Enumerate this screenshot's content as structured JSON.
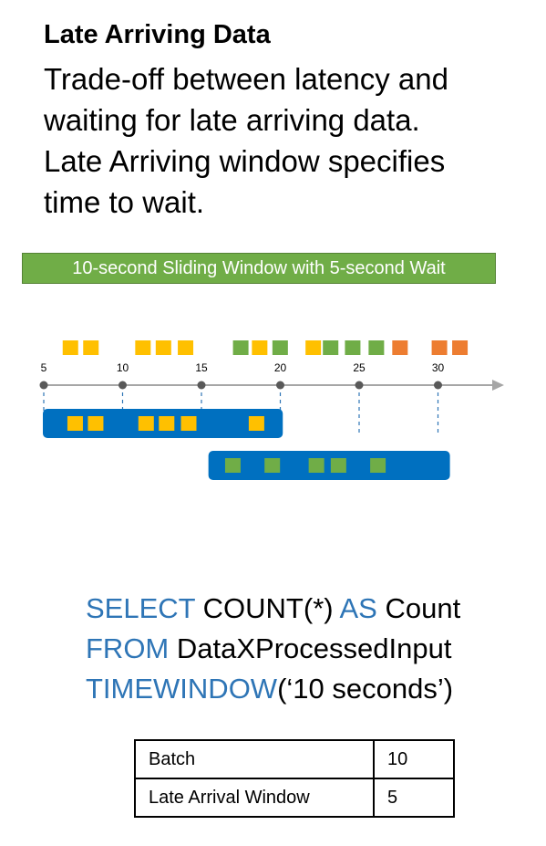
{
  "title": "Late Arriving Data",
  "description": [
    "Trade-off between latency and",
    "waiting for late arriving data.",
    "Late Arriving window specifies",
    "time to wait."
  ],
  "banner": "10-second Sliding Window with 5-second Wait",
  "timeline": {
    "ticks": [
      5,
      10,
      15,
      20,
      25,
      30
    ],
    "colors": {
      "yellow": "#ffc000",
      "green": "#70ad47",
      "orange": "#ed7d31",
      "blue": "#0070c0"
    },
    "events": [
      {
        "t": 6.2,
        "color": "yellow"
      },
      {
        "t": 7.5,
        "color": "yellow"
      },
      {
        "t": 10.8,
        "color": "yellow"
      },
      {
        "t": 12.1,
        "color": "yellow"
      },
      {
        "t": 13.5,
        "color": "yellow"
      },
      {
        "t": 17.0,
        "color": "green"
      },
      {
        "t": 18.2,
        "color": "yellow"
      },
      {
        "t": 19.5,
        "color": "green"
      },
      {
        "t": 21.6,
        "color": "yellow"
      },
      {
        "t": 22.7,
        "color": "green"
      },
      {
        "t": 24.1,
        "color": "green"
      },
      {
        "t": 25.6,
        "color": "green"
      },
      {
        "t": 27.1,
        "color": "orange"
      },
      {
        "t": 29.6,
        "color": "orange"
      },
      {
        "t": 30.9,
        "color": "orange"
      }
    ],
    "windows": [
      {
        "items": [
          {
            "t": 6.5,
            "color": "yellow"
          },
          {
            "t": 7.8,
            "color": "yellow"
          },
          {
            "t": 11.0,
            "color": "yellow"
          },
          {
            "t": 12.3,
            "color": "yellow"
          },
          {
            "t": 13.7,
            "color": "yellow"
          },
          {
            "t": 18.0,
            "color": "yellow"
          }
        ]
      },
      {
        "items": [
          {
            "t": 16.5,
            "color": "green"
          },
          {
            "t": 19.0,
            "color": "green"
          },
          {
            "t": 21.8,
            "color": "green"
          },
          {
            "t": 23.2,
            "color": "green"
          },
          {
            "t": 25.7,
            "color": "green"
          }
        ]
      }
    ]
  },
  "sql": [
    [
      {
        "kw": true,
        "text": "SELECT"
      },
      {
        "kw": false,
        "text": " COUNT(*) "
      },
      {
        "kw": true,
        "text": "AS"
      },
      {
        "kw": false,
        "text": " Count"
      }
    ],
    [
      {
        "kw": true,
        "text": "FROM"
      },
      {
        "kw": false,
        "text": " DataXProcessedInput"
      }
    ],
    [
      {
        "kw": true,
        "text": "TIMEWINDOW"
      },
      {
        "kw": false,
        "text": "(‘10 seconds’)"
      }
    ]
  ],
  "table": {
    "rows": [
      {
        "key": "Batch",
        "value": "10"
      },
      {
        "key": "Late Arrival Window",
        "value": "5"
      }
    ]
  }
}
